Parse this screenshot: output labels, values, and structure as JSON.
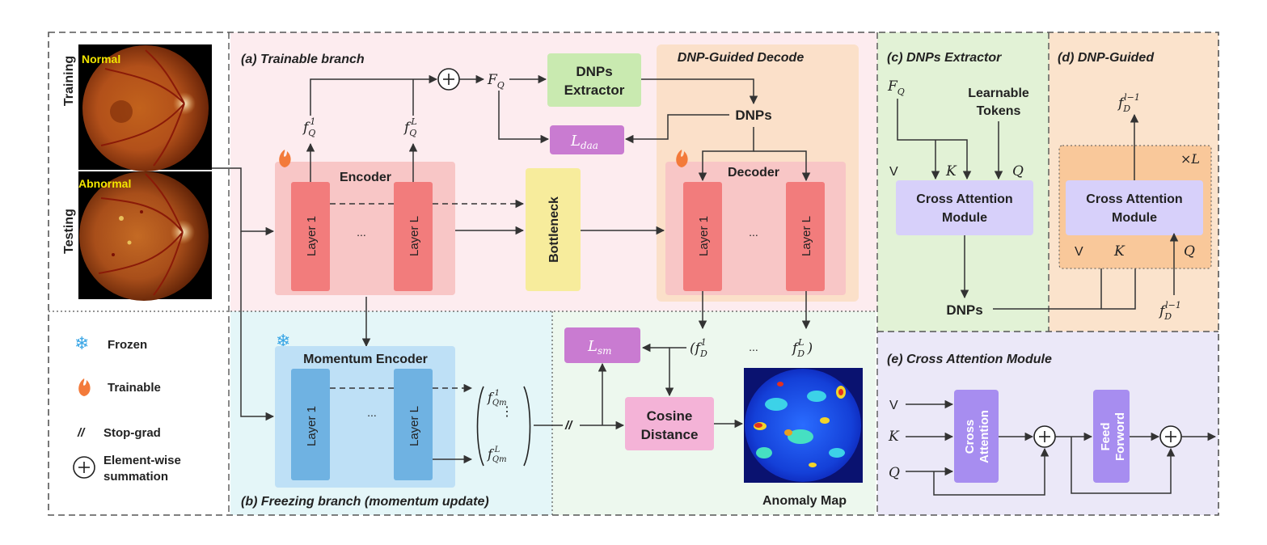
{
  "left": {
    "training": "Training",
    "testing": "Testing",
    "normal": "Normal",
    "abnormal": "Abnormal"
  },
  "legend": {
    "frozen": "Frozen",
    "trainable": "Trainable",
    "stopgrad_symbol": "//",
    "stopgrad": "Stop-grad",
    "sum_line1": "Element-wise",
    "sum_line2": "summation"
  },
  "trainable_branch": {
    "title": "(a) Trainable branch",
    "encoder": "Encoder",
    "layer1": "Layer 1",
    "layerL": "Layer L",
    "dots": "...",
    "fq1": "f",
    "fq1_sub": "Q",
    "fq1_sup": "1",
    "fqL_sub": "Q",
    "fqL_sup": "L",
    "FQ": "F",
    "FQ_sub": "Q",
    "extractor_line1": "DNPs",
    "extractor_line2": "Extractor",
    "ldaa": "L",
    "ldaa_sub": "daa",
    "bottleneck": "Bottleneck"
  },
  "decode": {
    "title": "DNP-Guided Decode",
    "dnps": "DNPs",
    "decoder": "Decoder",
    "layer1": "Layer 1",
    "layerL": "Layer L",
    "dots": "..."
  },
  "freezing_branch": {
    "title": "(b) Freezing branch (momentum update)",
    "encoder": "Momentum Encoder",
    "layer1": "Layer 1",
    "layerL": "Layer L",
    "dots": "...",
    "vec_sup1": "1",
    "vec_supL": "L",
    "vec_sub": "Qm",
    "stopgrad": "//"
  },
  "anomaly": {
    "lsm": "L",
    "lsm_sub": "sm",
    "fd1_sup": "1",
    "fdL_sup": "L",
    "fd_sub": "D",
    "dots": "...",
    "cosine_line1": "Cosine",
    "cosine_line2": "Distance",
    "map_label": "Anomaly Map"
  },
  "extractor": {
    "title": "(c) DNPs Extractor",
    "FQ_sub": "Q",
    "tokens_line1": "Learnable",
    "tokens_line2": "Tokens",
    "V": "V",
    "K": "K",
    "Q": "Q",
    "cam_line1": "Cross Attention",
    "cam_line2": "Module",
    "dnps": "DNPs"
  },
  "guided": {
    "title": "(d) DNP-Guided",
    "out_sup": "l−1",
    "in_sup": "l−1",
    "sub": "D",
    "times_L": "×L",
    "cam_line1": "Cross Attention",
    "cam_line2": "Module",
    "V": "V",
    "K": "K",
    "Q": "Q"
  },
  "cam": {
    "title": "(e) Cross Attention Module",
    "V": "V",
    "K": "K",
    "Q": "Q",
    "cross_line1": "Cross",
    "cross_line2": "Attention",
    "ff_line1": "Feed",
    "ff_line2": "Forword"
  },
  "colors": {
    "trainable_bg": "#fdecef",
    "freezing_bg": "#e4f6f8",
    "anomaly_bg": "#edf8ee",
    "decode_bg": "#fbe0c9",
    "extractor_bg": "#e2f2d6",
    "guided_bg": "#fbe3cc",
    "cam_bg": "#ebe8f8",
    "encoder_bg": "#f8c6c6",
    "layer_red": "#f27c7c",
    "momentum_bg": "#bee0f6",
    "layer_blue": "#6fb2e2",
    "extractor_box": "#c9eab0",
    "loss_box": "#c97bd1",
    "bottleneck": "#f7ec9c",
    "cosine": "#f4b3d7",
    "cam_box": "#d7d0fa",
    "cam_inner": "#a78df0"
  }
}
